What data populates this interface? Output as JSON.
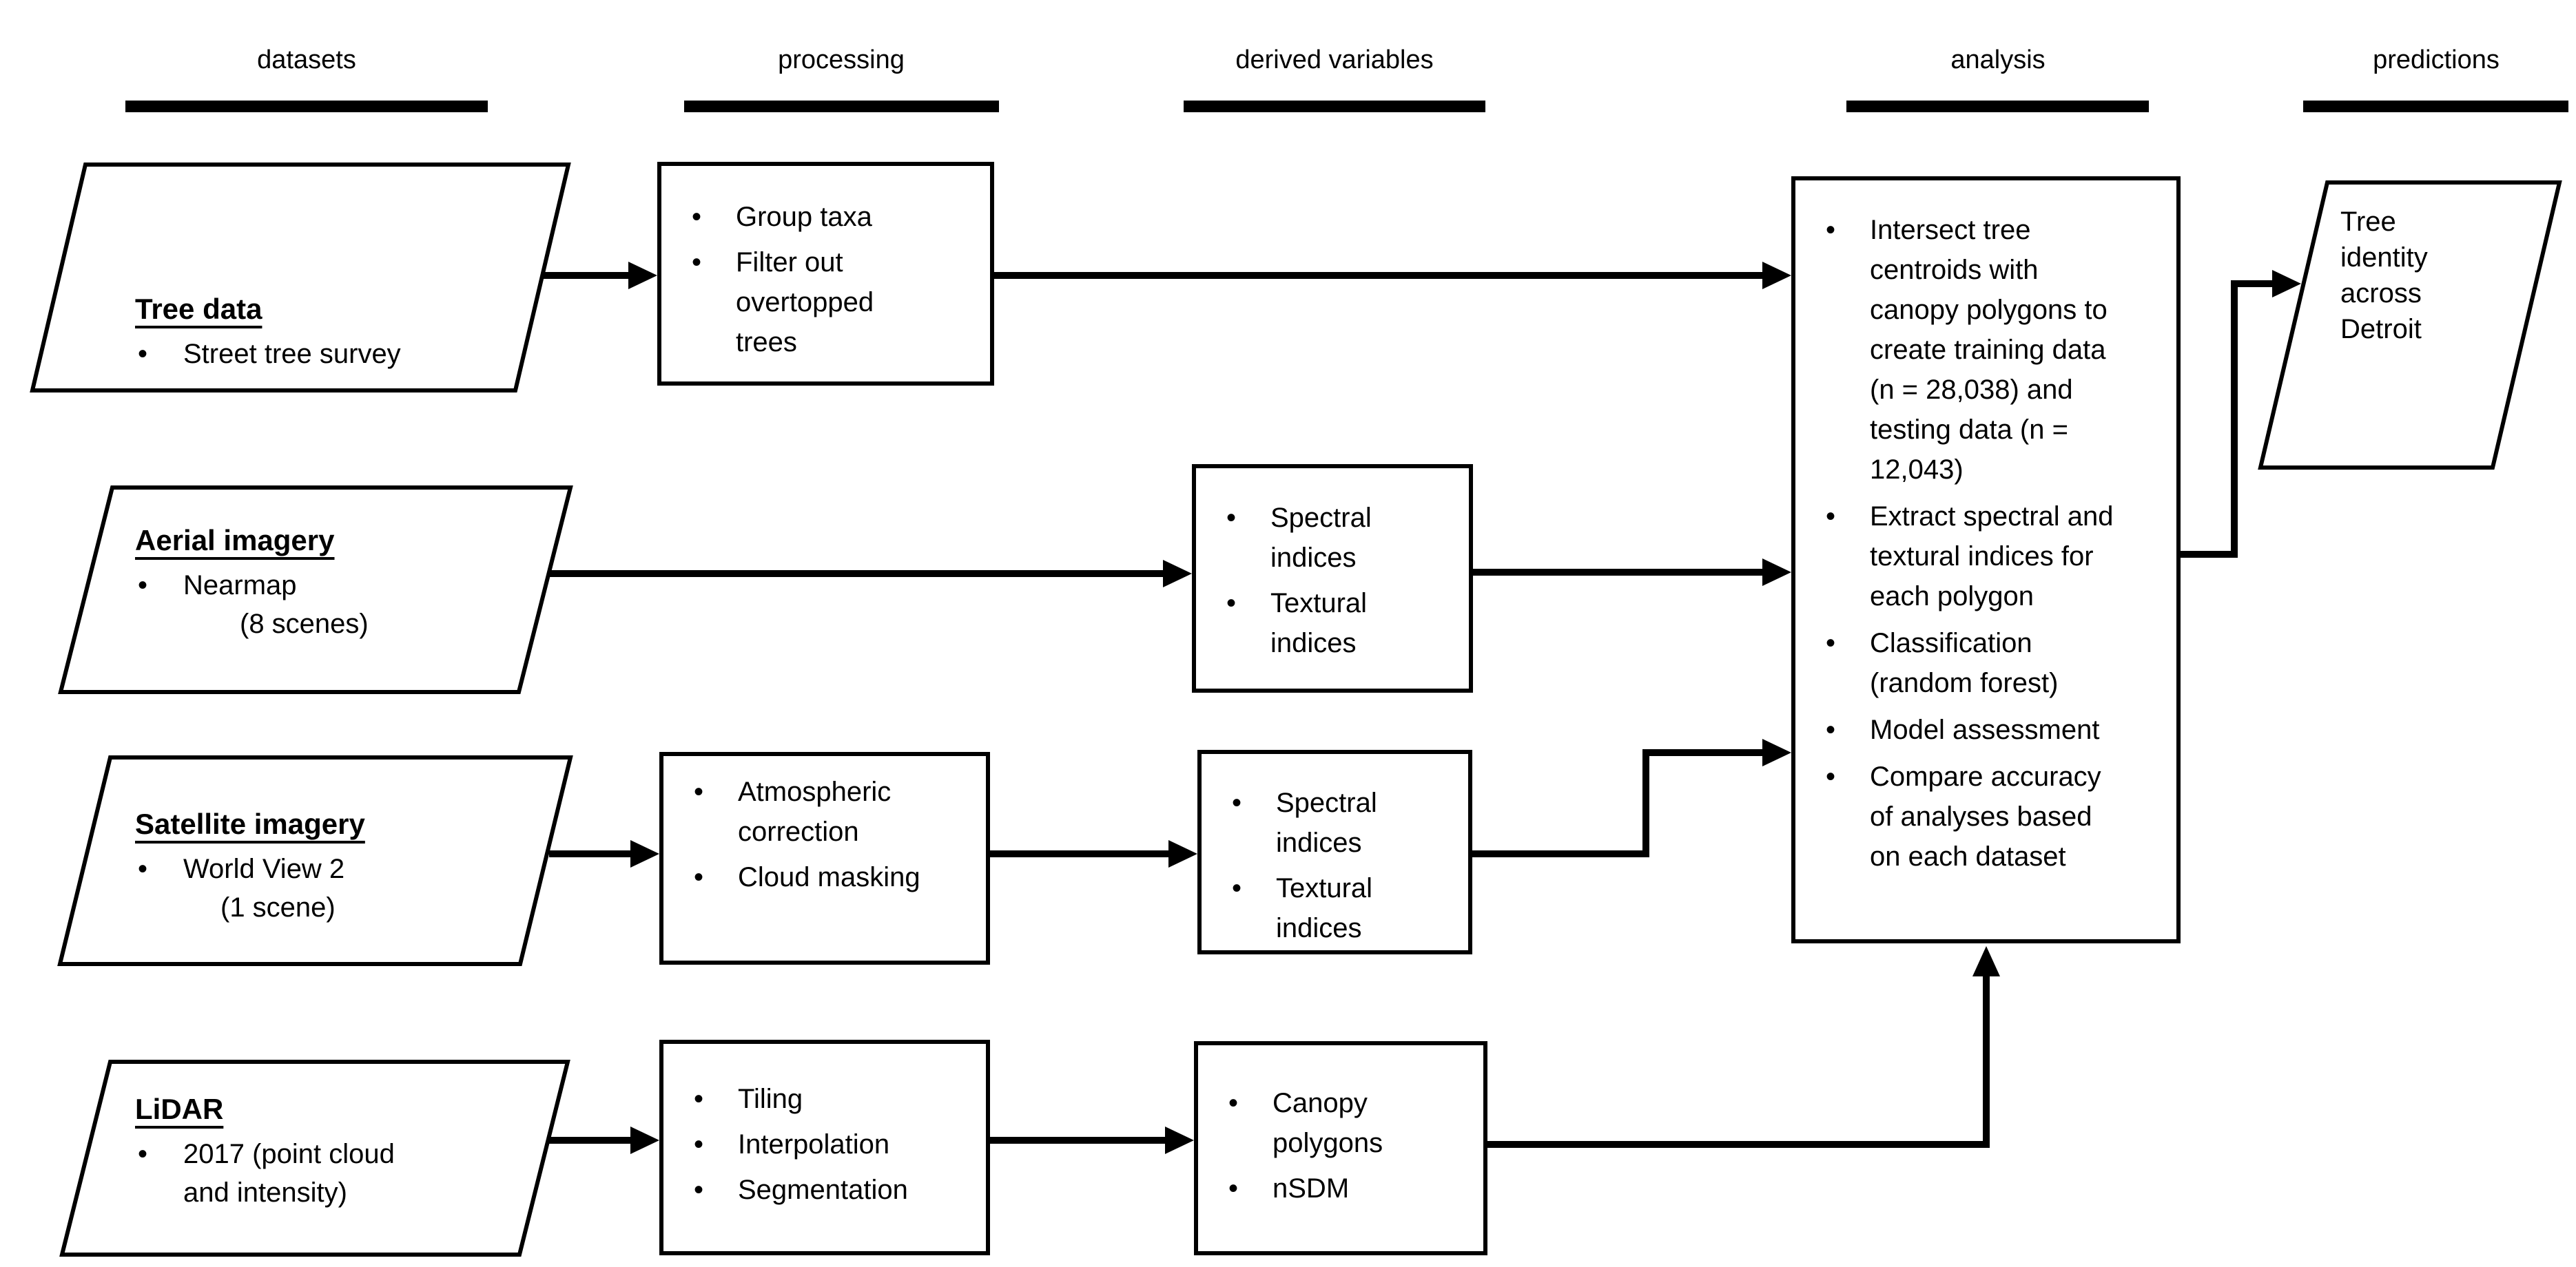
{
  "page": {
    "background": "#ffffff",
    "ink": "#000000"
  },
  "headers": [
    {
      "label": "datasets"
    },
    {
      "label": "processing"
    },
    {
      "label": "derived variables"
    },
    {
      "label": "analysis"
    },
    {
      "label": "predictions"
    }
  ],
  "datasets": {
    "tree": {
      "title": "Tree data",
      "bullet": "Street tree survey"
    },
    "aerial": {
      "title": "Aerial imagery",
      "bullet": "Nearmap",
      "note": "(8 scenes)"
    },
    "satellite": {
      "title": "Satellite imagery",
      "bullet": "World View 2",
      "note": "(1 scene)"
    },
    "lidar": {
      "title": "LiDAR",
      "bullet": "2017 (point cloud and intensity)"
    }
  },
  "processing": {
    "tree": {
      "bullets": [
        "Group taxa",
        "Filter out overtopped trees"
      ]
    },
    "satellite": {
      "bullets": [
        "Atmospheric correction",
        "Cloud masking"
      ]
    },
    "lidar": {
      "bullets": [
        "Tiling",
        "Interpolation",
        "Segmentation"
      ]
    }
  },
  "derived": {
    "aerial": {
      "bullets": [
        "Spectral indices",
        "Textural indices"
      ]
    },
    "satellite": {
      "bullets": [
        "Spectral indices",
        "Textural indices"
      ]
    },
    "lidar": {
      "bullets": [
        "Canopy polygons",
        "nSDM"
      ]
    }
  },
  "analysis": {
    "bullets": [
      "Intersect tree centroids with canopy polygons to create training data  (n = 28,038) and testing data (n = 12,043)",
      "Extract spectral and textural indices for each polygon",
      "Classification (random forest)",
      "Model assessment",
      "Compare accuracy of analyses based on each dataset"
    ]
  },
  "predictions": {
    "text": "Tree identity across Detroit"
  }
}
